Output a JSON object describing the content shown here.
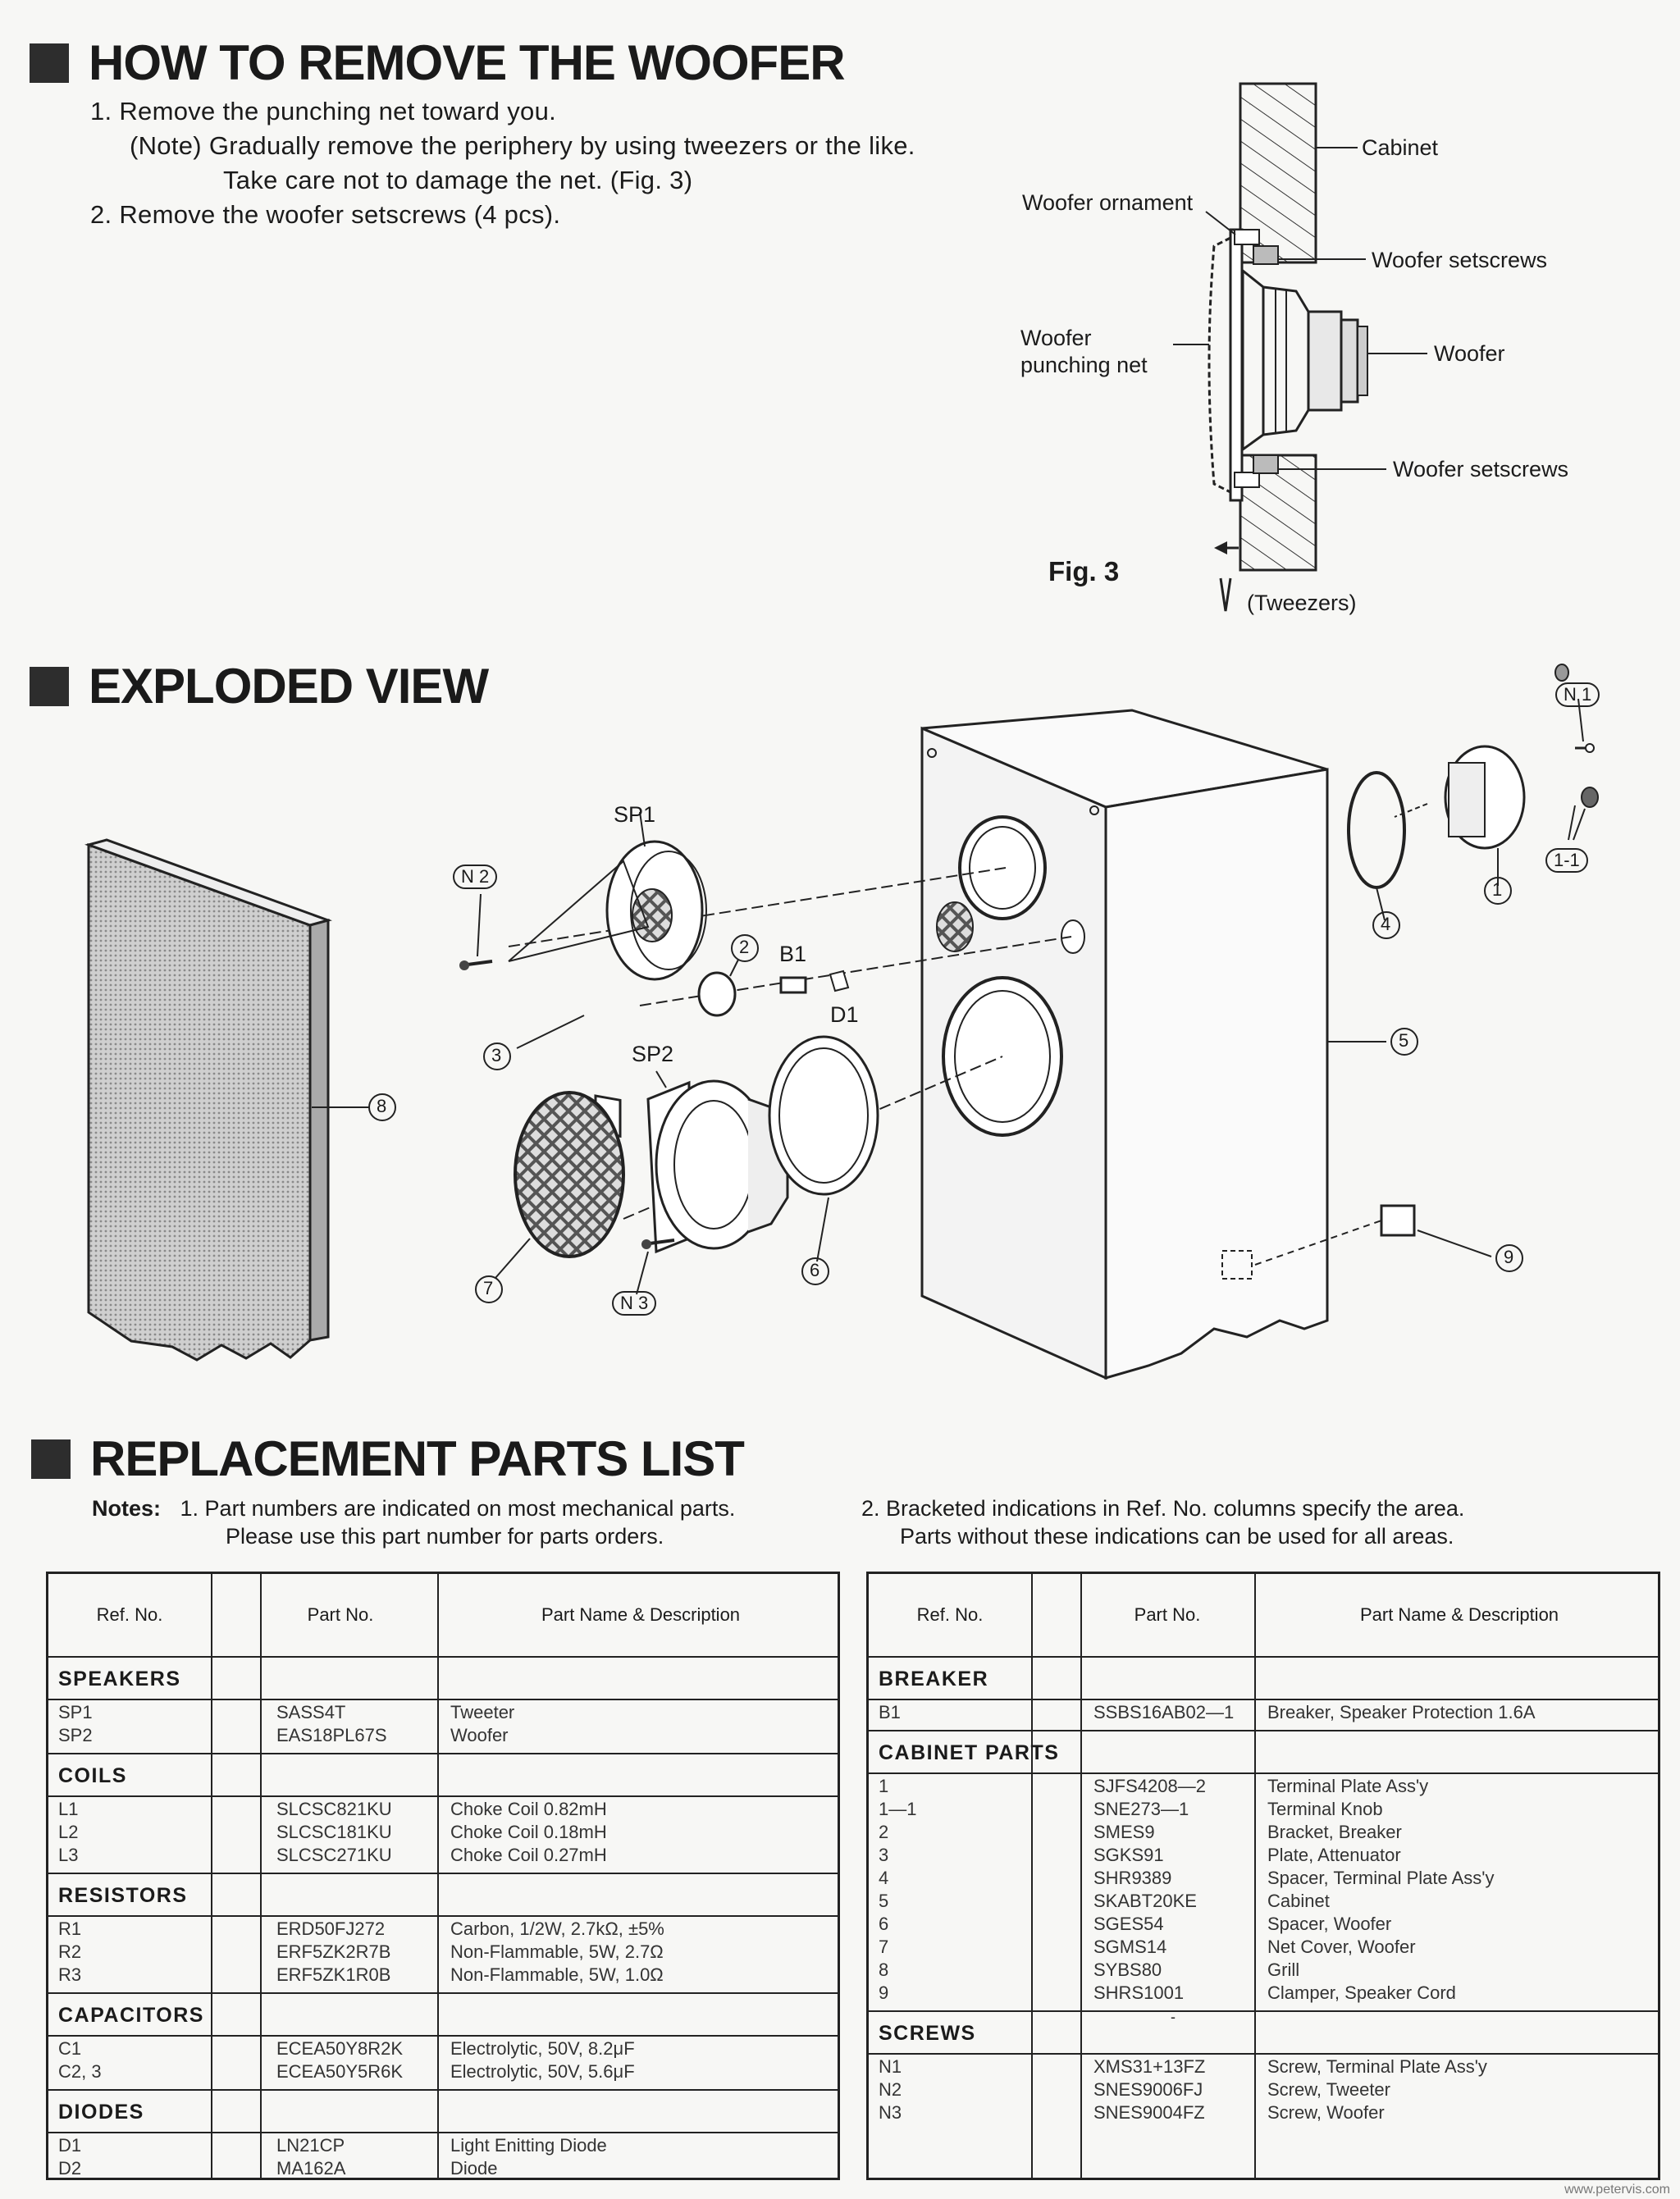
{
  "woofer_section": {
    "title": "HOW TO REMOVE THE WOOFER",
    "step1": "1.  Remove the punching net toward you.",
    "note1": "(Note)  Gradually  remove  the  periphery  by  using  tweezers  or  the  like.",
    "note2": "Take care not to damage the net. (Fig. 3)",
    "step2": "2.  Remove the woofer setscrews (4 pcs).",
    "fig": {
      "caption": "Fig. 3",
      "cabinet": "Cabinet",
      "ornament": "Woofer ornament",
      "setscrews_top": "Woofer setscrews",
      "net_line1": "Woofer",
      "net_line2": "punching net",
      "woofer": "Woofer",
      "setscrews_bottom": "Woofer setscrews",
      "tweezers": "(Tweezers)"
    }
  },
  "exploded_section": {
    "title": "EXPLODED VIEW",
    "labels": {
      "sp1": "SP1",
      "sp2": "SP2",
      "n1": "N 1",
      "n2": "N 2",
      "n3": "N 3",
      "b1": "B1",
      "d1": "D1",
      "r11": "1-1",
      "c1": "1",
      "c2": "2",
      "c3": "3",
      "c4": "4",
      "c5": "5",
      "c6": "6",
      "c7": "7",
      "c8": "8",
      "c9": "9"
    }
  },
  "parts_section": {
    "title": "REPLACEMENT PARTS LIST",
    "notes_label": "Notes:",
    "note1_line1": "1.  Part numbers are indicated on most mechanical parts.",
    "note1_line2": "Please use this part number for parts orders.",
    "note2_line1": "2.  Bracketed indications in Ref. No. columns specify the area.",
    "note2_line2": "Parts without these indications can be used for all areas.",
    "headers": {
      "ref": "Ref. No.",
      "part": "Part No.",
      "desc": "Part Name & Description"
    },
    "left_groups": [
      {
        "name": "SPEAKERS",
        "rows": [
          {
            "ref": "SP1",
            "part": "SASS4T",
            "desc": "Tweeter"
          },
          {
            "ref": "SP2",
            "part": "EAS18PL67S",
            "desc": "Woofer"
          }
        ]
      },
      {
        "name": "COILS",
        "rows": [
          {
            "ref": "L1",
            "part": "SLCSC821KU",
            "desc": "Choke Coil 0.82mH"
          },
          {
            "ref": "L2",
            "part": "SLCSC181KU",
            "desc": "Choke Coil 0.18mH"
          },
          {
            "ref": "L3",
            "part": "SLCSC271KU",
            "desc": "Choke Coil 0.27mH"
          }
        ]
      },
      {
        "name": "RESISTORS",
        "rows": [
          {
            "ref": "R1",
            "part": "ERD50FJ272",
            "desc": "Carbon, 1/2W, 2.7kΩ, ±5%"
          },
          {
            "ref": "R2",
            "part": "ERF5ZK2R7B",
            "desc": "Non-Flammable, 5W, 2.7Ω"
          },
          {
            "ref": "R3",
            "part": "ERF5ZK1R0B",
            "desc": "Non-Flammable, 5W, 1.0Ω"
          }
        ]
      },
      {
        "name": "CAPACITORS",
        "rows": [
          {
            "ref": "C1",
            "part": "ECEA50Y8R2K",
            "desc": "Electrolytic, 50V, 8.2μF"
          },
          {
            "ref": "C2, 3",
            "part": "ECEA50Y5R6K",
            "desc": "Electrolytic, 50V, 5.6μF"
          }
        ]
      },
      {
        "name": "DIODES",
        "rows": [
          {
            "ref": "D1",
            "part": "LN21CP",
            "desc": "Light Enitting Diode"
          },
          {
            "ref": "D2",
            "part": "MA162A",
            "desc": "Diode"
          }
        ]
      }
    ],
    "right_groups": [
      {
        "name": "BREAKER",
        "rows": [
          {
            "ref": "B1",
            "part": "SSBS16AB02—1",
            "desc": "Breaker, Speaker Protection 1.6A"
          }
        ]
      },
      {
        "name": "CABINET  PARTS",
        "rows": [
          {
            "ref": "1",
            "part": "SJFS4208—2",
            "desc": "Terminal Plate Ass'y"
          },
          {
            "ref": "1—1",
            "part": "SNE273—1",
            "desc": "Terminal Knob"
          },
          {
            "ref": "2",
            "part": "SMES9",
            "desc": "Bracket, Breaker"
          },
          {
            "ref": "3",
            "part": "SGKS91",
            "desc": "Plate, Attenuator"
          },
          {
            "ref": "4",
            "part": "SHR9389",
            "desc": "Spacer, Terminal Plate Ass'y"
          },
          {
            "ref": "5",
            "part": "SKABT20KE",
            "desc": "Cabinet"
          },
          {
            "ref": "6",
            "part": "SGES54",
            "desc": "Spacer, Woofer"
          },
          {
            "ref": "7",
            "part": "SGMS14",
            "desc": "Net Cover, Woofer"
          },
          {
            "ref": "8",
            "part": "SYBS80",
            "desc": "Grill"
          },
          {
            "ref": "9",
            "part": "SHRS1001",
            "desc": "Clamper, Speaker Cord"
          }
        ]
      },
      {
        "name": "SCREWS",
        "rows": [
          {
            "ref": "N1",
            "part": "XMS31+13FZ",
            "desc": "Screw, Terminal Plate Ass'y"
          },
          {
            "ref": "N2",
            "part": "SNES9006FJ",
            "desc": "Screw, Tweeter"
          },
          {
            "ref": "N3",
            "part": "SNES9004FZ",
            "desc": "Screw, Woofer"
          }
        ]
      }
    ],
    "stray_mark": "-"
  },
  "watermark": "www.petervis.com"
}
